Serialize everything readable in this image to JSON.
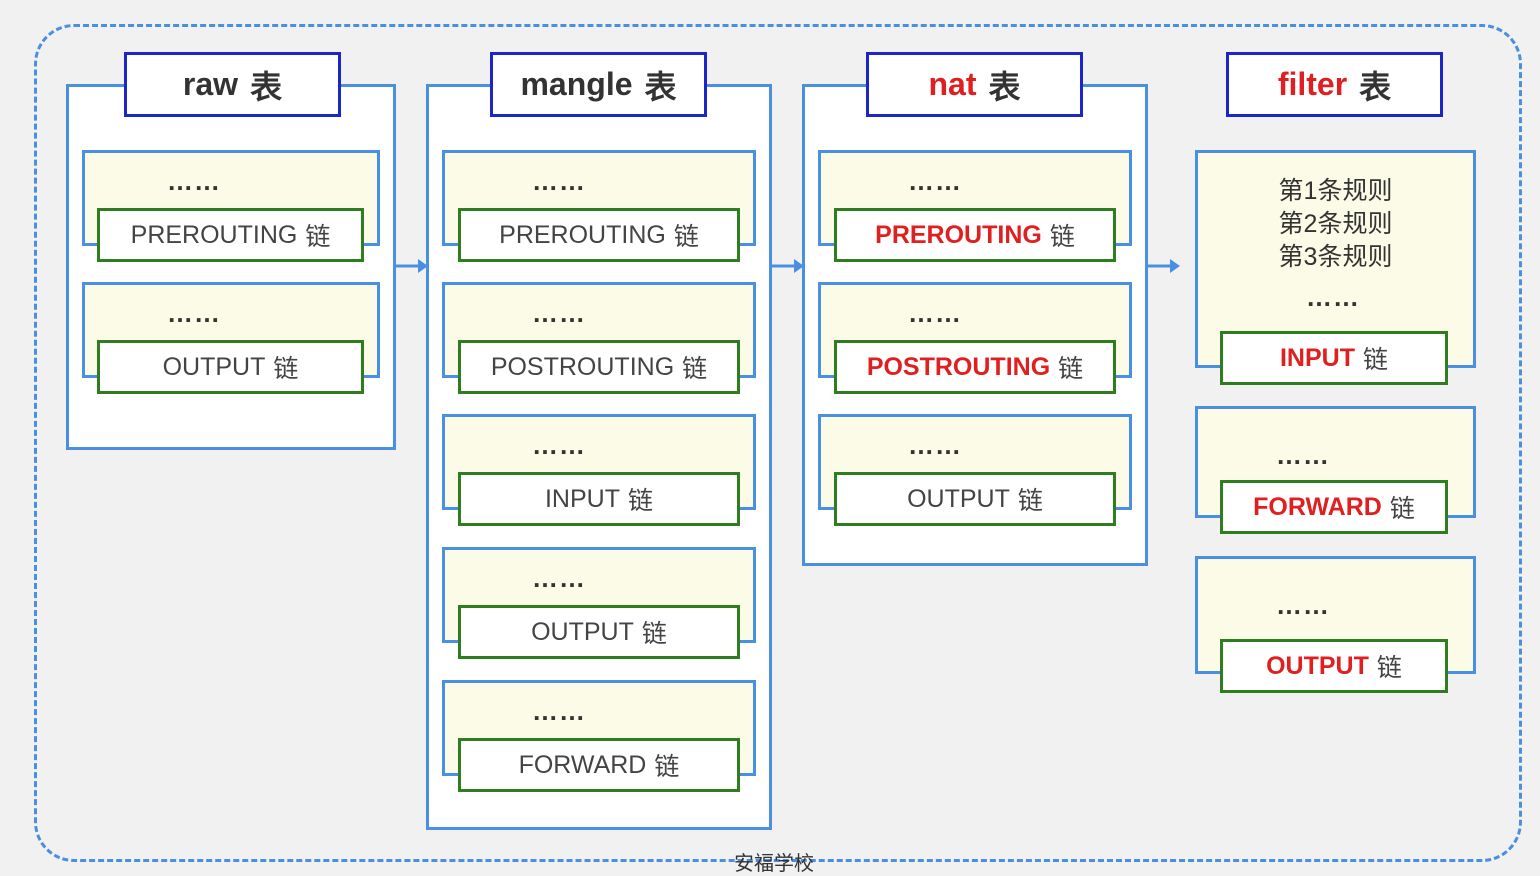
{
  "tables": [
    {
      "id": "raw",
      "name": "raw",
      "suffix": "表",
      "highlight": false,
      "chains": [
        {
          "dots": "……",
          "name": "PREROUTING",
          "suffix": "链",
          "active": false
        },
        {
          "dots": "……",
          "name": "OUTPUT",
          "suffix": "链",
          "active": false
        }
      ]
    },
    {
      "id": "mangle",
      "name": "mangle",
      "suffix": "表",
      "highlight": false,
      "chains": [
        {
          "dots": "……",
          "name": "PREROUTING",
          "suffix": "链",
          "active": false
        },
        {
          "dots": "……",
          "name": "POSTROUTING",
          "suffix": "链",
          "active": false
        },
        {
          "dots": "……",
          "name": "INPUT",
          "suffix": "链",
          "active": false
        },
        {
          "dots": "……",
          "name": "OUTPUT",
          "suffix": "链",
          "active": false
        },
        {
          "dots": "……",
          "name": "FORWARD",
          "suffix": "链",
          "active": false
        }
      ]
    },
    {
      "id": "nat",
      "name": "nat",
      "suffix": "表",
      "highlight": true,
      "chains": [
        {
          "dots": "……",
          "name": "PREROUTING",
          "suffix": "链",
          "active": true
        },
        {
          "dots": "……",
          "name": "POSTROUTING",
          "suffix": "链",
          "active": true
        },
        {
          "dots": "……",
          "name": "OUTPUT",
          "suffix": "链",
          "active": false
        }
      ]
    },
    {
      "id": "filter",
      "name": "filter",
      "suffix": "表",
      "highlight": true,
      "chains": [
        {
          "rules": [
            "第1条规则",
            "第2条规则",
            "第3条规则"
          ],
          "dots": "……",
          "name": "INPUT",
          "suffix": "链",
          "active": true
        },
        {
          "dots": "……",
          "name": "FORWARD",
          "suffix": "链",
          "active": true
        },
        {
          "dots": "……",
          "name": "OUTPUT",
          "suffix": "链",
          "active": true
        }
      ]
    }
  ],
  "footer": "安福学校",
  "colors": {
    "blue_border": "#4a90e2",
    "title_border": "#1c25c8",
    "chain_border": "#2e7d1e",
    "highlight_red": "#e02020",
    "rule_fill": "#fbfbe7",
    "background": "#f1f1f1"
  }
}
